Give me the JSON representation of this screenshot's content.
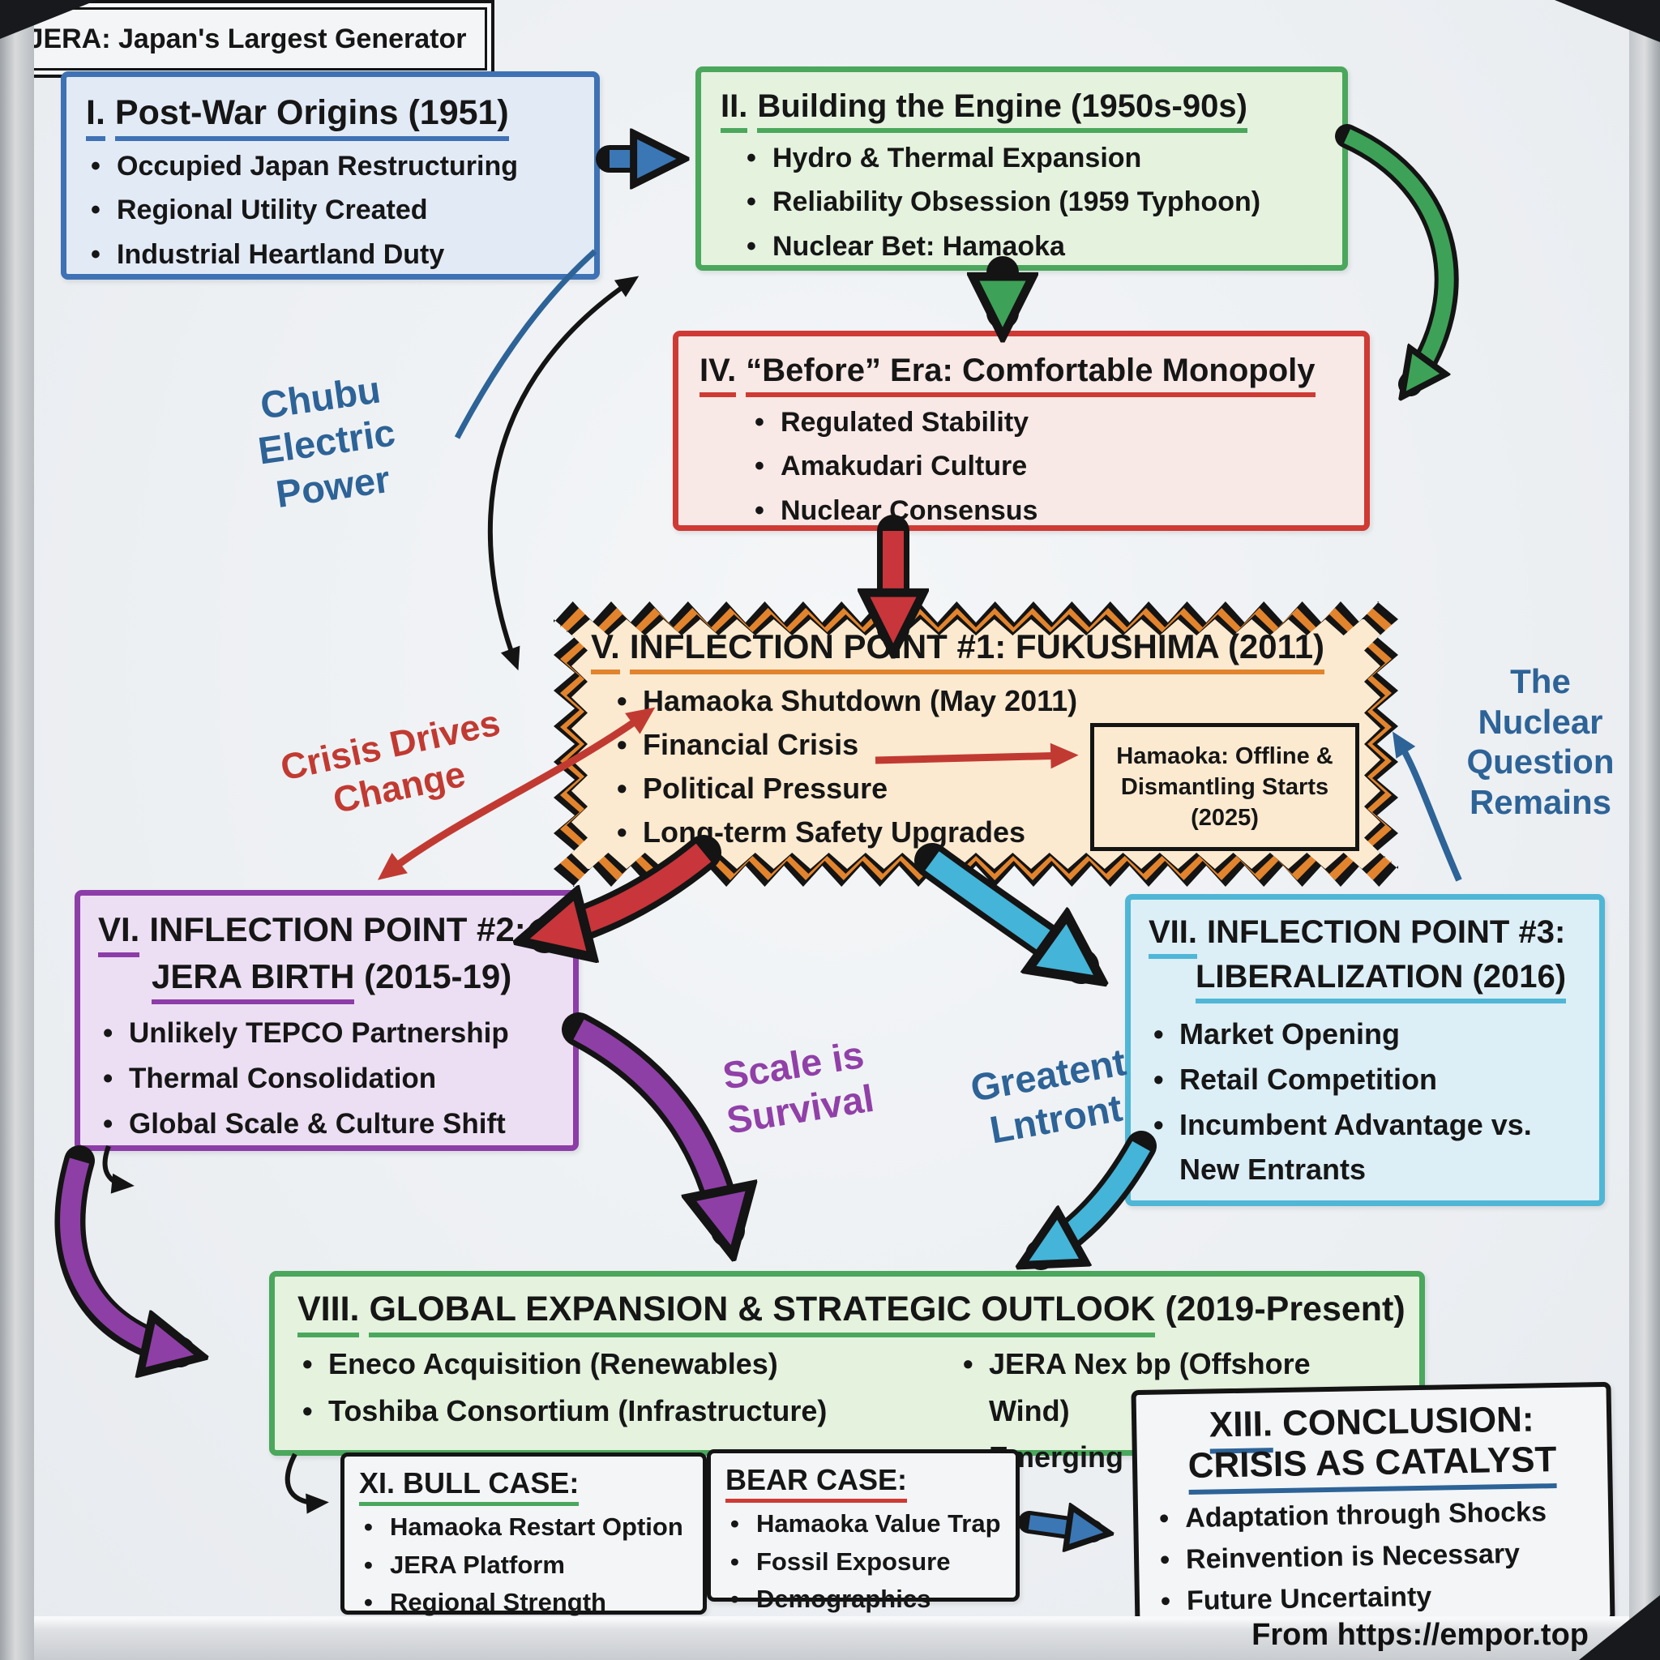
{
  "colors": {
    "blue": "#3e72b4",
    "green": "#4aa75c",
    "red": "#cf3a34",
    "orange": "#e2842d",
    "purple": "#8c3da8",
    "cyan": "#4fb6d6",
    "ink": "#141414"
  },
  "boxes": {
    "box1": {
      "num": "I.",
      "title": "Post-War Origins (1951)",
      "bullets": [
        "Occupied Japan Restructuring",
        "Regional Utility Created",
        "Industrial Heartland Duty"
      ]
    },
    "box2": {
      "num": "II.",
      "title": "Building the Engine (1950s-90s)",
      "bullets": [
        "Hydro & Thermal Expansion",
        "Reliability Obsession (1959 Typhoon)",
        "Nuclear Bet: Hamaoka"
      ]
    },
    "box4": {
      "num": "IV.",
      "title": "“Before” Era: Comfortable Monopoly",
      "bullets": [
        "Regulated Stability",
        "Amakudari Culture",
        "Nuclear Consensus"
      ]
    },
    "box5": {
      "num": "V.",
      "title": "INFLECTION POINT #1: FUKUSHIMA (2011)",
      "bullets": [
        "Hamaoka Shutdown (May 2011)",
        "Financial Crisis",
        "Political Pressure",
        "Long-term Safety Upgrades"
      ],
      "inset": [
        "Hamaoka: Offline &",
        "Dismantling Starts",
        "(2025)"
      ]
    },
    "box6": {
      "num": "VI.",
      "title1": "INFLECTION POINT #2:",
      "title2_u": "JERA BIRTH",
      "title2_rest": " (2015-19)",
      "bullets": [
        "Unlikely TEPCO Partnership",
        "Thermal Consolidation",
        "Global Scale & Culture Shift"
      ]
    },
    "jera_note": "JERA: Japan's Largest Generator",
    "box7": {
      "num": "VII.",
      "title1": "INFLECTION POINT #3:",
      "title2": "LIBERALIZATION (2016)",
      "bullets": [
        "Market Opening",
        "Retail Competition",
        "Incumbent Advantage vs. New Entrants"
      ]
    },
    "box8": {
      "num": "VIII.",
      "title_u": "GLOBAL EXPANSION & STRATEGIC OUTLOOK",
      "title_rest": " (2019-Present)",
      "bullets_left": [
        "Eneco Acquisition (Renewables)",
        "Toshiba Consortium (Infrastructure)"
      ],
      "bullets_right": [
        "JERA Nex bp (Offshore Wind)",
        "Emerging Markets"
      ]
    },
    "bull": {
      "num": "XI.",
      "title": "BULL CASE:",
      "bullets": [
        "Hamaoka Restart Option",
        "JERA Platform",
        "Regional Strength"
      ]
    },
    "bear": {
      "title": "BEAR CASE:",
      "bullets": [
        "Hamaoka Value Trap",
        "Fossil Exposure",
        "Demographics"
      ]
    },
    "box13": {
      "num": "XIII.",
      "title1": "CONCLUSION:",
      "title2": "CRISIS AS CATALYST",
      "bullets": [
        "Adaptation through Shocks",
        "Reinvention is Necessary",
        "Future Uncertainty"
      ]
    }
  },
  "annotations": {
    "chubu": [
      "Chubu",
      "Electric",
      "Power"
    ],
    "crisis": [
      "Crisis Drives",
      "Change"
    ],
    "nuclear": [
      "The",
      "Nuclear",
      "Question",
      "Remains"
    ],
    "scale": [
      "Scale is",
      "Survival"
    ],
    "entrant": [
      "Greatent",
      "Lntront"
    ]
  },
  "footer": "From https://empor.top"
}
